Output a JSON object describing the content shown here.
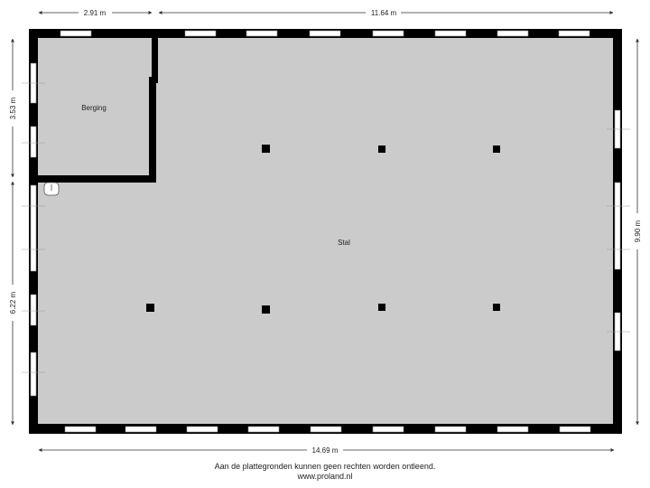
{
  "dimensions": {
    "top_left": "2.91 m",
    "top_right": "11.64 m",
    "left_upper": "3.53 m",
    "left_lower": "6.22 m",
    "right": "9.90 m",
    "bottom": "14.69 m"
  },
  "rooms": {
    "storage": "Berging",
    "barn": "Stal"
  },
  "colors": {
    "floor": "#cbcbcb",
    "wall": "#000000",
    "window": "#ffffff",
    "dimension_line": "#333333"
  },
  "footer": {
    "disclaimer": "Aan de plattegronden kunnen geen rechten worden ontleend.",
    "website": "www.proland.nl"
  }
}
